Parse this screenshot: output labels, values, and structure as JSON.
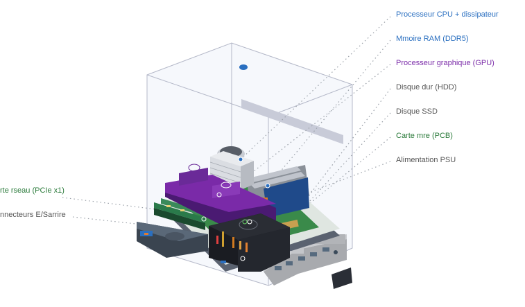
{
  "colors": {
    "blue": "#2a6fc0",
    "purple": "#7a2aa8",
    "gray": "#555555",
    "green": "#2a7a3a"
  },
  "labels": {
    "cpu": "Processeur CPU + dissipateur",
    "ram": "Mmoire RAM (DDR5)",
    "gpu": "Processeur graphique (GPU)",
    "hdd": "Disque dur (HDD)",
    "ssd": "Disque SSD",
    "pcb": "Carte mre (PCB)",
    "psu": "Alimentation PSU",
    "network": "rte rseau (PCIe x1)",
    "io": "nnecteurs E/Sarrire"
  }
}
